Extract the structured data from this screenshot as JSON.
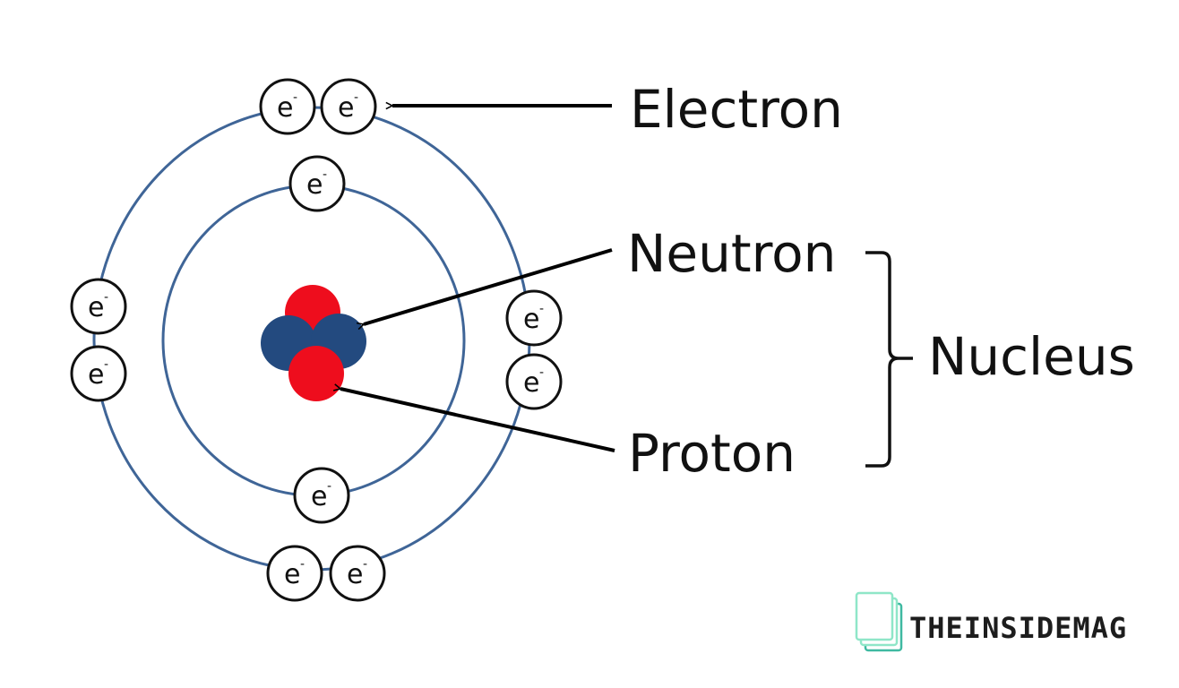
{
  "diagram": {
    "labels": {
      "electron": "Electron",
      "neutron": "Neutron",
      "proton": "Proton",
      "nucleus": "Nucleus"
    },
    "electron_symbol": "e",
    "electron_charge": "-",
    "electron_counts": {
      "inner_shell": 2,
      "outer_shell": 8
    },
    "nucleus_counts": {
      "protons": 2,
      "neutrons": 2
    },
    "colors": {
      "orbit": "#3f6597",
      "proton": "#ee0d1d",
      "neutron": "#234a7f",
      "outline": "#111111"
    }
  },
  "watermark": {
    "text": "THEINSIDEMAG",
    "colors": {
      "icon_light": "#8fe6c8",
      "icon_dark": "#3fb9a1"
    }
  }
}
